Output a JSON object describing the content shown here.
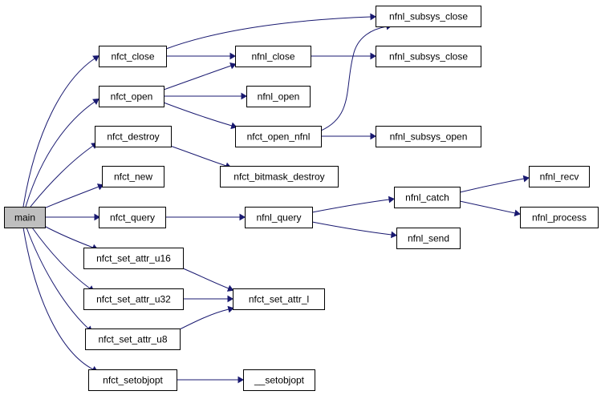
{
  "graph": {
    "node_fill": "#ffffff",
    "root_fill": "#bfbfbf",
    "edge_color": "#191970",
    "nodes": {
      "main": "main",
      "nfct_close": "nfct_close",
      "nfct_open": "nfct_open",
      "nfct_destroy": "nfct_destroy",
      "nfct_new": "nfct_new",
      "nfct_query": "nfct_query",
      "nfct_set_attr_u16": "nfct_set_attr_u16",
      "nfct_set_attr_u32": "nfct_set_attr_u32",
      "nfct_set_attr_u8": "nfct_set_attr_u8",
      "nfct_setobjopt": "nfct_setobjopt",
      "nfnl_subsys_close_a": "nfnl_subsys_close",
      "nfnl_close": "nfnl_close",
      "nfnl_subsys_close_b": "nfnl_subsys_close",
      "nfnl_open": "nfnl_open",
      "nfct_open_nfnl": "nfct_open_nfnl",
      "nfnl_subsys_open": "nfnl_subsys_open",
      "nfct_bitmask_destroy": "nfct_bitmask_destroy",
      "nfnl_query": "nfnl_query",
      "nfnl_catch": "nfnl_catch",
      "nfnl_send": "nfnl_send",
      "nfnl_recv": "nfnl_recv",
      "nfnl_process": "nfnl_process",
      "nfct_set_attr_l": "nfct_set_attr_l",
      "setobjopt": "__setobjopt"
    },
    "edges": [
      {
        "from": "main",
        "to": "nfct_close"
      },
      {
        "from": "main",
        "to": "nfct_open"
      },
      {
        "from": "main",
        "to": "nfct_destroy"
      },
      {
        "from": "main",
        "to": "nfct_new"
      },
      {
        "from": "main",
        "to": "nfct_query"
      },
      {
        "from": "main",
        "to": "nfct_set_attr_u16"
      },
      {
        "from": "main",
        "to": "nfct_set_attr_u32"
      },
      {
        "from": "main",
        "to": "nfct_set_attr_u8"
      },
      {
        "from": "main",
        "to": "nfct_setobjopt"
      },
      {
        "from": "nfct_close",
        "to": "nfnl_subsys_close_a"
      },
      {
        "from": "nfct_close",
        "to": "nfnl_close"
      },
      {
        "from": "nfct_open",
        "to": "nfnl_close"
      },
      {
        "from": "nfct_open",
        "to": "nfnl_open"
      },
      {
        "from": "nfct_open",
        "to": "nfct_open_nfnl"
      },
      {
        "from": "nfnl_close",
        "to": "nfnl_subsys_close_b"
      },
      {
        "from": "nfct_open_nfnl",
        "to": "nfnl_subsys_close_a"
      },
      {
        "from": "nfct_open_nfnl",
        "to": "nfnl_subsys_open"
      },
      {
        "from": "nfct_destroy",
        "to": "nfct_bitmask_destroy"
      },
      {
        "from": "nfct_query",
        "to": "nfnl_query"
      },
      {
        "from": "nfnl_query",
        "to": "nfnl_catch"
      },
      {
        "from": "nfnl_query",
        "to": "nfnl_send"
      },
      {
        "from": "nfnl_catch",
        "to": "nfnl_recv"
      },
      {
        "from": "nfnl_catch",
        "to": "nfnl_process"
      },
      {
        "from": "nfct_set_attr_u16",
        "to": "nfct_set_attr_l"
      },
      {
        "from": "nfct_set_attr_u32",
        "to": "nfct_set_attr_l"
      },
      {
        "from": "nfct_set_attr_u8",
        "to": "nfct_set_attr_l"
      },
      {
        "from": "nfct_setobjopt",
        "to": "setobjopt"
      }
    ]
  }
}
